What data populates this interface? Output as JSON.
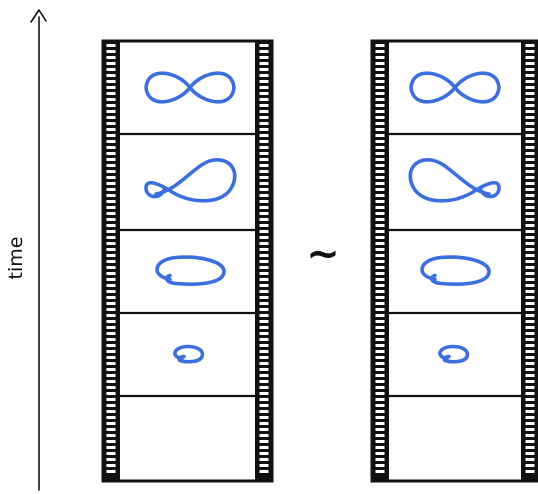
{
  "axis": {
    "label": "time"
  },
  "relation_symbol": "~",
  "colors": {
    "ink": "#111111",
    "knot": "#3b6fe0"
  },
  "filmstrips": [
    {
      "frames": [
        {
          "icon": "figure-eight-knot-icon"
        },
        {
          "icon": "twisted-loop-icon"
        },
        {
          "icon": "large-loop-icon"
        },
        {
          "icon": "small-loop-icon"
        },
        {
          "icon": "empty-frame"
        }
      ]
    },
    {
      "frames": [
        {
          "icon": "figure-eight-knot-icon"
        },
        {
          "icon": "twisted-loop-icon"
        },
        {
          "icon": "large-loop-icon"
        },
        {
          "icon": "small-loop-icon"
        },
        {
          "icon": "empty-frame"
        }
      ]
    }
  ]
}
